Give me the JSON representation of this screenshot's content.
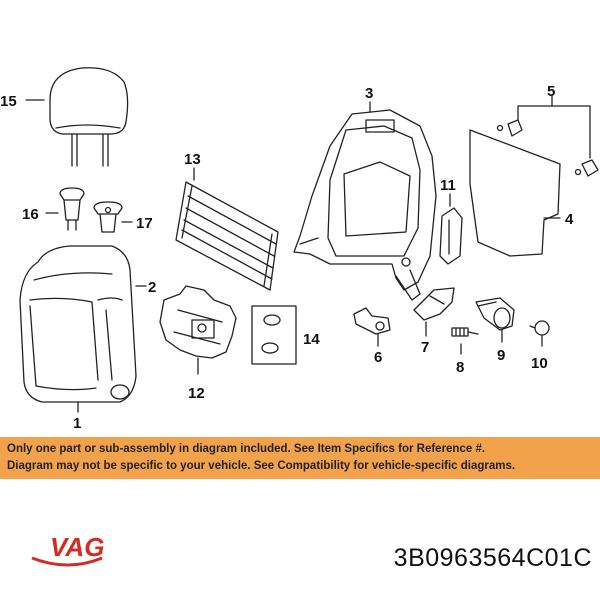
{
  "diagram": {
    "callouts": {
      "c1": "1",
      "c2": "2",
      "c3": "3",
      "c4": "4",
      "c5": "5",
      "c6": "6",
      "c7": "7",
      "c8": "8",
      "c9": "9",
      "c10": "10",
      "c11": "11",
      "c12": "12",
      "c13": "13",
      "c14": "14",
      "c15": "15",
      "c16": "16",
      "c17": "17"
    }
  },
  "notice": {
    "line1": "Only one part or sub-assembly in diagram included. See Item Specifics for Reference #.",
    "line2": "Diagram may not be specific to your vehicle. See Compatibility for vehicle-specific diagrams."
  },
  "brand": {
    "logo": "VAG",
    "color": "#d42a20"
  },
  "part_number": "3B0963564C01C",
  "colors": {
    "banner": "#f2a24a",
    "lines": "#111111"
  }
}
